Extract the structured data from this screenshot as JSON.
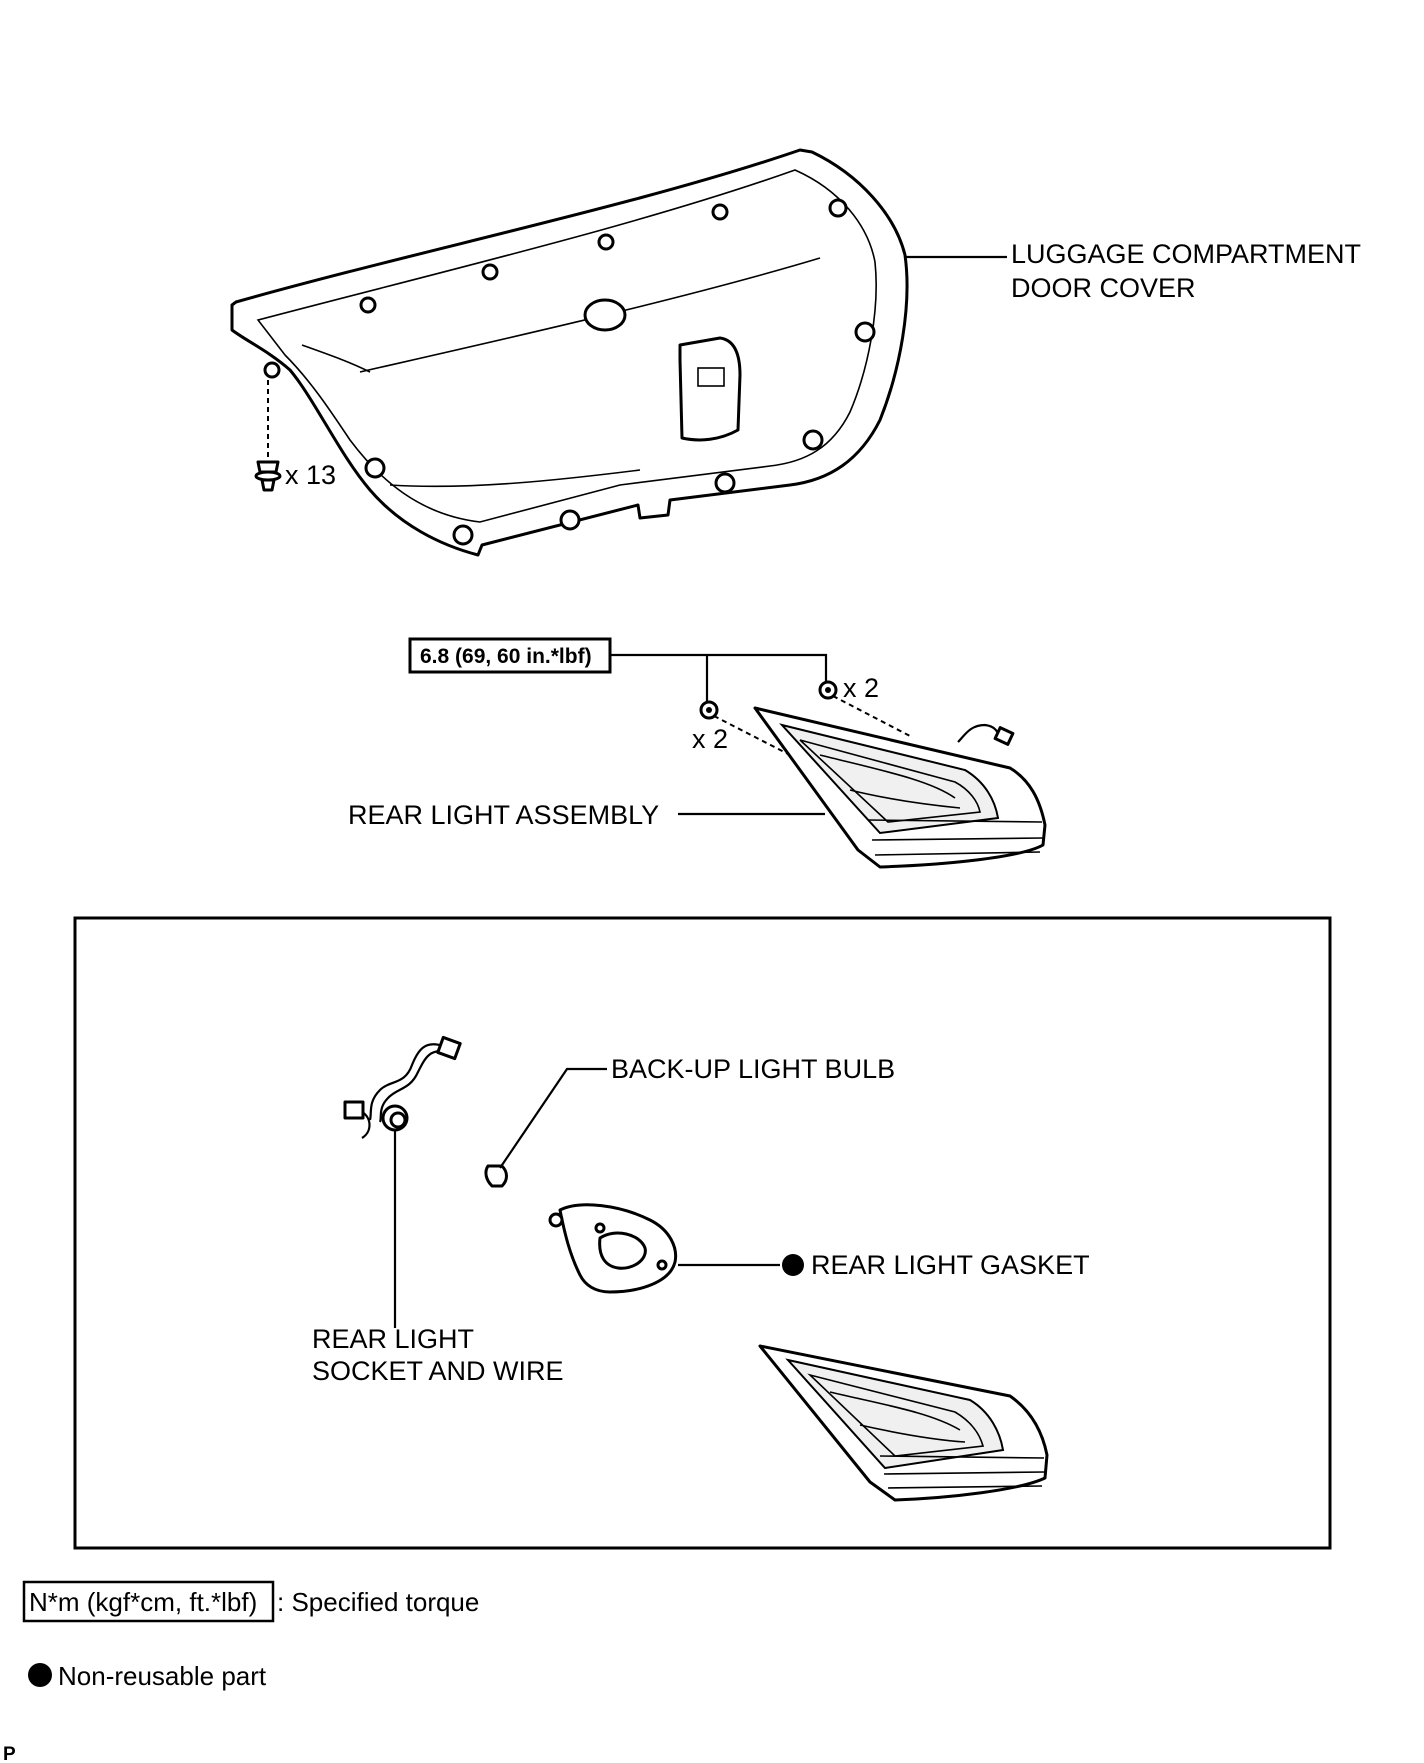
{
  "labels": {
    "door_cover_line1": "LUGGAGE COMPARTMENT",
    "door_cover_line2": "DOOR COVER",
    "clip_count": "x 13",
    "torque_spec": "6.8 (69, 60 in.*lbf)",
    "nut_count_right": "x 2",
    "nut_count_left": "x 2",
    "rear_light_assembly": "REAR LIGHT ASSEMBLY",
    "back_up_bulb": "BACK-UP LIGHT BULB",
    "rear_light_gasket": "REAR LIGHT GASKET",
    "socket_line1": "REAR LIGHT",
    "socket_line2": "SOCKET AND WIRE"
  },
  "legend": {
    "torque_box": "N*m (kgf*cm, ft.*lbf)",
    "torque_text": ": Specified torque",
    "nonreusable_text": "Non-reusable part"
  },
  "corner_mark": "P"
}
